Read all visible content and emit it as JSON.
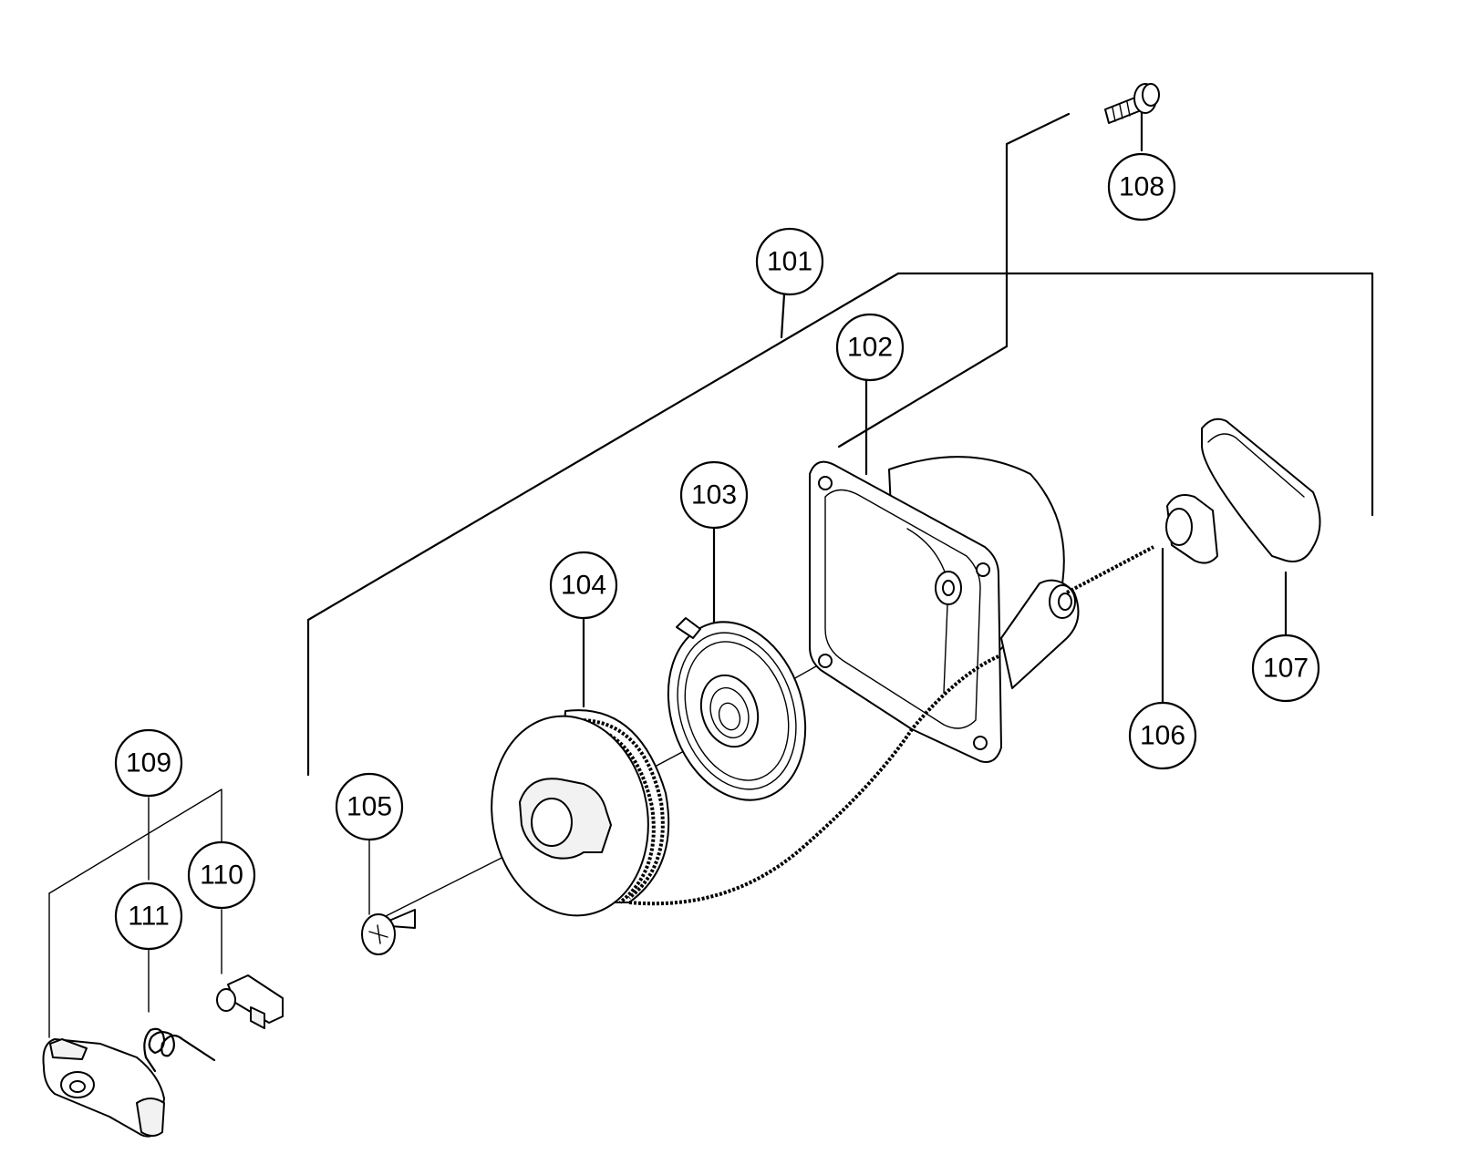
{
  "callouts": [
    {
      "id": "c101",
      "label": "101"
    },
    {
      "id": "c102",
      "label": "102"
    },
    {
      "id": "c103",
      "label": "103"
    },
    {
      "id": "c104",
      "label": "104"
    },
    {
      "id": "c105",
      "label": "105"
    },
    {
      "id": "c106",
      "label": "106"
    },
    {
      "id": "c107",
      "label": "107"
    },
    {
      "id": "c108",
      "label": "108"
    },
    {
      "id": "c109",
      "label": "109"
    },
    {
      "id": "c110",
      "label": "110"
    },
    {
      "id": "c111",
      "label": "111"
    }
  ],
  "colors": {
    "ink": "#000000",
    "paper": "#ffffff"
  }
}
